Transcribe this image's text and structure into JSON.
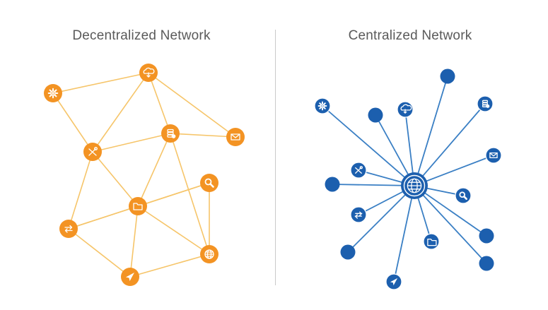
{
  "diagram": {
    "left": {
      "title": "Decentralized Network",
      "node_color": "#f39323",
      "edge_color": "#f6c56a"
    },
    "right": {
      "title": "Centralized Network",
      "node_color": "#1c5fae",
      "edge_color": "#3a7fc4"
    }
  },
  "decentralized_nodes": [
    {
      "id": "settings",
      "icon": "gear-icon"
    },
    {
      "id": "cloud",
      "icon": "cloud-download-icon"
    },
    {
      "id": "tools",
      "icon": "tools-icon"
    },
    {
      "id": "database",
      "icon": "database-icon"
    },
    {
      "id": "mail",
      "icon": "mail-icon"
    },
    {
      "id": "search",
      "icon": "search-icon"
    },
    {
      "id": "folder",
      "icon": "folder-icon"
    },
    {
      "id": "transfer",
      "icon": "transfer-arrows-icon"
    },
    {
      "id": "globe",
      "icon": "globe-icon"
    },
    {
      "id": "plane",
      "icon": "airplane-icon"
    }
  ],
  "decentralized_links": [
    [
      "settings",
      "tools"
    ],
    [
      "settings",
      "cloud"
    ],
    [
      "cloud",
      "tools"
    ],
    [
      "cloud",
      "database"
    ],
    [
      "cloud",
      "mail"
    ],
    [
      "database",
      "mail"
    ],
    [
      "tools",
      "database"
    ],
    [
      "tools",
      "folder"
    ],
    [
      "tools",
      "transfer"
    ],
    [
      "database",
      "folder"
    ],
    [
      "database",
      "globe"
    ],
    [
      "folder",
      "search"
    ],
    [
      "folder",
      "transfer"
    ],
    [
      "folder",
      "globe"
    ],
    [
      "folder",
      "plane"
    ],
    [
      "search",
      "transfer"
    ],
    [
      "search",
      "globe"
    ],
    [
      "transfer",
      "plane"
    ],
    [
      "globe",
      "plane"
    ]
  ],
  "centralized_hub": {
    "icon": "globe-icon"
  },
  "centralized_spokes": [
    {
      "icon": "gear-icon"
    },
    {
      "icon": ""
    },
    {
      "icon": "cloud-download-icon"
    },
    {
      "icon": ""
    },
    {
      "icon": "database-icon"
    },
    {
      "icon": "mail-icon"
    },
    {
      "icon": "tools-icon"
    },
    {
      "icon": ""
    },
    {
      "icon": "transfer-arrows-icon"
    },
    {
      "icon": "search-icon"
    },
    {
      "icon": "folder-icon"
    },
    {
      "icon": ""
    },
    {
      "icon": ""
    },
    {
      "icon": ""
    },
    {
      "icon": "airplane-icon"
    }
  ]
}
